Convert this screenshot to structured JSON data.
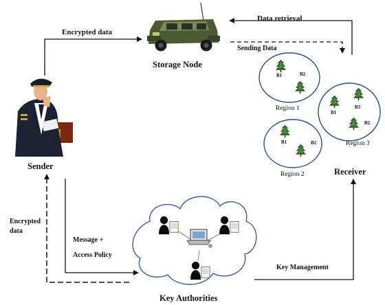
{
  "nodes": {
    "storage_node": "Storage Node",
    "sender": "Sender",
    "receiver": "Receiver",
    "key_authorities": "Key Authorities"
  },
  "edges": {
    "sender_to_storage": "Encrypted data",
    "storage_to_receiver": "Data retrieval",
    "sending_data": "Sending Data",
    "authorities_to_sender_line1": "Encrypted",
    "authorities_to_sender_line2": "data",
    "message_line1": "Message +",
    "message_line2": "Access Policy",
    "key_management": "Key Management"
  },
  "regions": [
    {
      "name": "Region 1",
      "buildings": [
        "B1",
        "B2"
      ]
    },
    {
      "name": "Region 2",
      "buildings": [
        "B1",
        "B2"
      ]
    },
    {
      "name": "Region 3",
      "buildings": [
        "B1",
        "B3",
        "B2"
      ]
    }
  ]
}
